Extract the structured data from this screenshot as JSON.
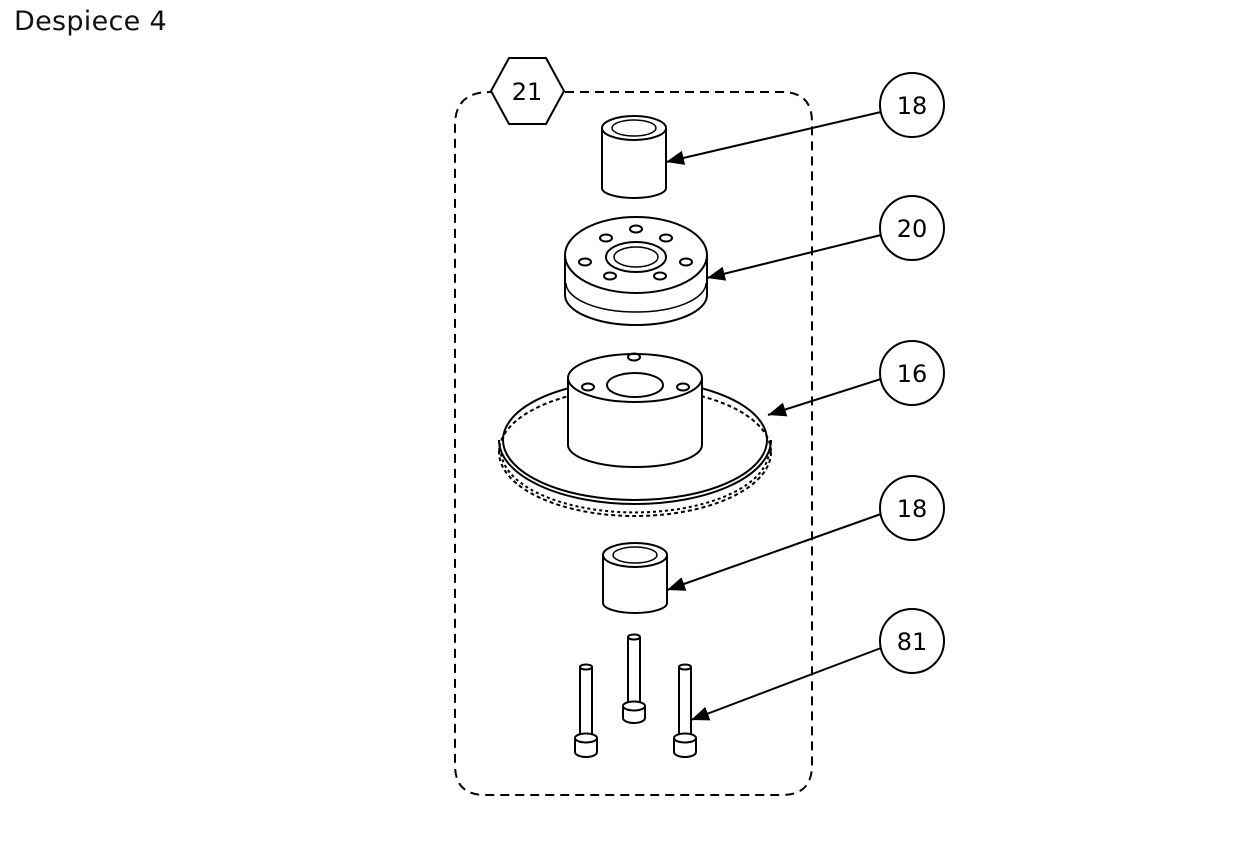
{
  "title": "Despiece 4",
  "assembly_label": "21",
  "balloons": [
    {
      "label": "18",
      "part": "bushing-top"
    },
    {
      "label": "20",
      "part": "hub-flange"
    },
    {
      "label": "16",
      "part": "gear"
    },
    {
      "label": "18",
      "part": "bushing-bottom"
    },
    {
      "label": "81",
      "part": "socket-head-screws"
    }
  ]
}
